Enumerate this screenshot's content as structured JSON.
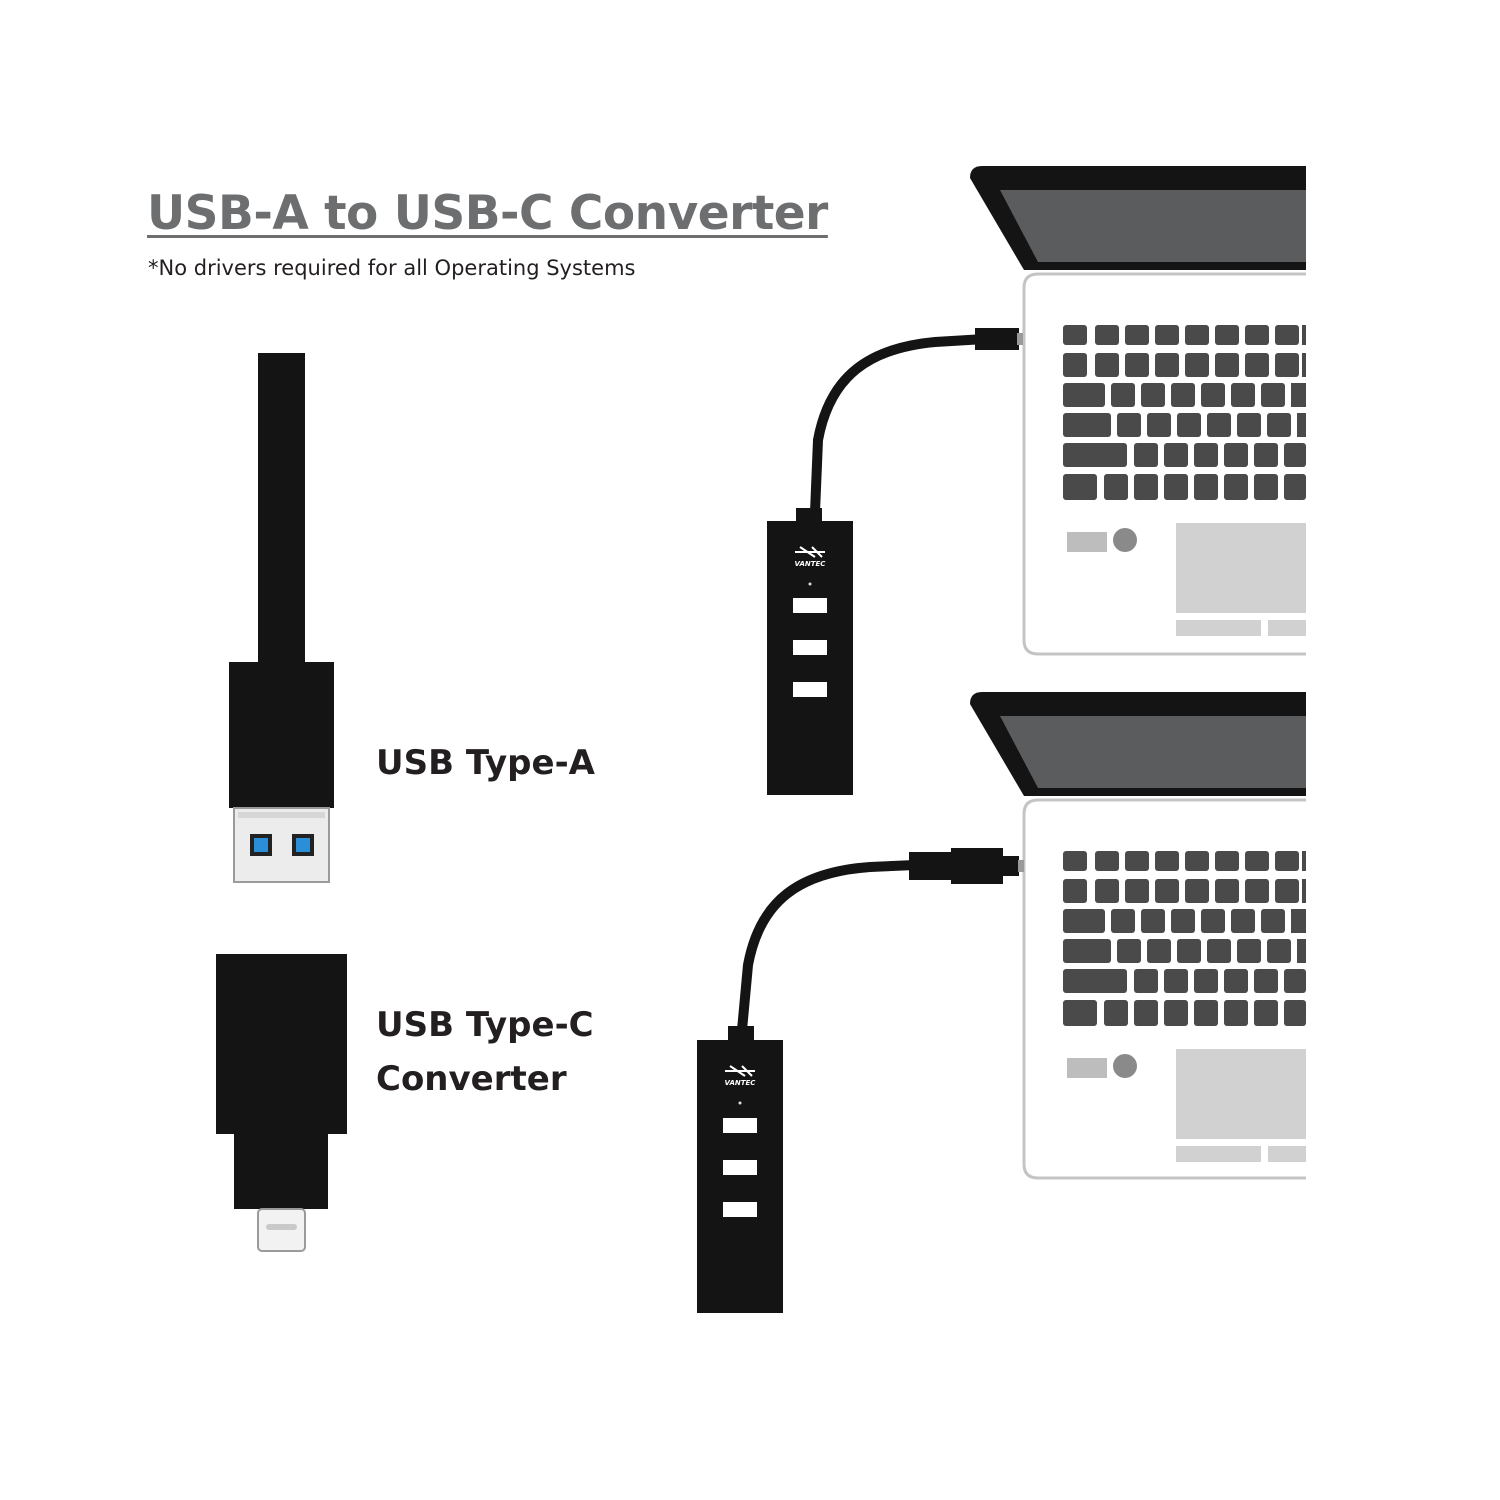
{
  "title": "USB-A to USB-C Converter",
  "subtitle": "*No drivers required for all Operating Systems",
  "labels": {
    "usb_type_a": "USB Type-A",
    "usb_type_c_line1": "USB Type-C",
    "usb_type_c_line2": "Converter"
  },
  "hub_brand": "VANTEC",
  "colors": {
    "title_gray": "#6d6e70",
    "text_dark": "#231f20",
    "device_black": "#141414",
    "key_gray": "#4a4a4a",
    "pad_gray": "#d1d1d1",
    "usb_blue": "#2a8fd8"
  }
}
